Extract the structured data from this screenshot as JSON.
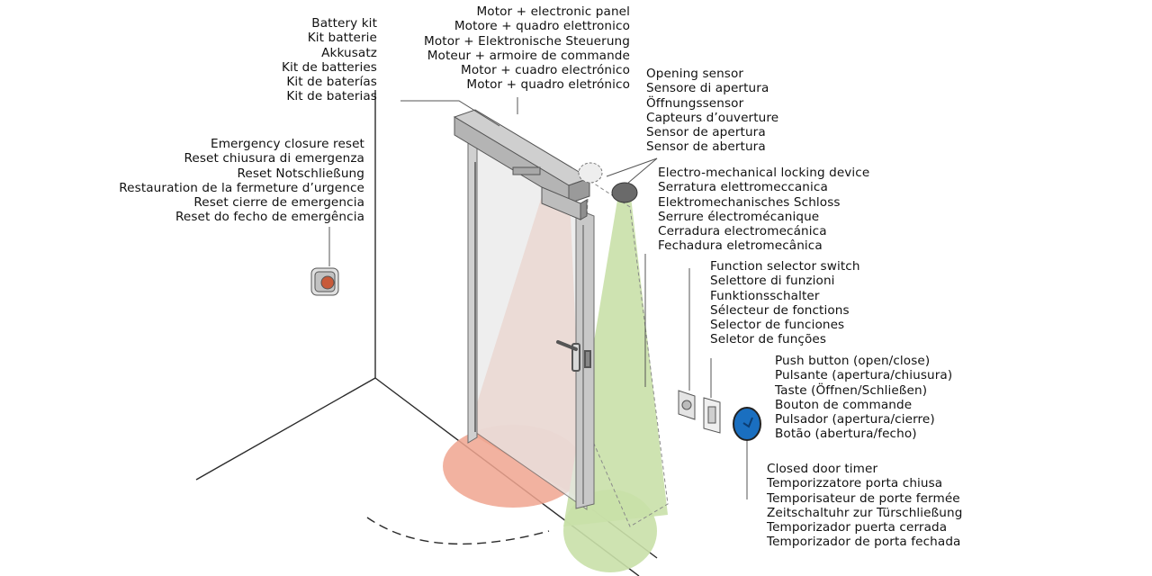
{
  "labels": {
    "battery_kit": [
      "Battery kit",
      "Kit batterie",
      "Akkusatz",
      "Kit de batteries",
      "Kit de baterías",
      "Kit de baterias"
    ],
    "motor_panel": [
      "Motor + electronic panel",
      "Motore + quadro elettronico",
      "Motor + Elektronische Steuerung",
      "Moteur + armoire de commande",
      "Motor + cuadro electrónico",
      "Motor + quadro eletrónico"
    ],
    "opening_sensor": [
      "Opening sensor",
      "Sensore di apertura",
      "Öffnungssensor",
      "Capteurs d’ouverture",
      "Sensor de apertura",
      "Sensor de abertura"
    ],
    "locking_device": [
      "Electro-mechanical locking  device",
      "Serratura elettromeccanica",
      "Elektromechanisches Schloss",
      "Serrure électromécanique",
      "Cerradura electromecánica",
      "Fechadura eletromecânica"
    ],
    "emergency_reset": [
      "Emergency closure reset",
      "Reset chiusura di emergenza",
      "Reset Notschließung",
      "Restauration de la fermeture d’urgence",
      "Reset cierre de emergencia",
      "Reset do fecho de emergência"
    ],
    "function_selector": [
      "Function selector switch",
      "Selettore di funzioni",
      "Funktionsschalter",
      "Sélecteur de fonctions",
      "Selector de funciones",
      "Seletor  de funções"
    ],
    "push_button": [
      "Push button (open/close)",
      "Pulsante (apertura/chiusura)",
      "Taste  (Öffnen/Schließen)",
      "Bouton de commande",
      "Pulsador (apertura/cierre)",
      "Botão  (abertura/fecho)"
    ],
    "door_timer": [
      "Closed door timer",
      "Temporizzatore porta chiusa",
      "Temporisateur de porte fermée",
      "Zeitschaltuhr zur Türschließung",
      "Temporizador puerta cerrada",
      "Temporizador de porta fechada"
    ]
  },
  "colors": {
    "line": "#2a2a2a",
    "sensor_beam_red": "#f0a58f",
    "sensor_beam_green": "#c9e0a8",
    "door_glass": "#e9e9e9",
    "motor_box": "#bdbdbd",
    "push_button_blue": "#1a6fc0"
  }
}
